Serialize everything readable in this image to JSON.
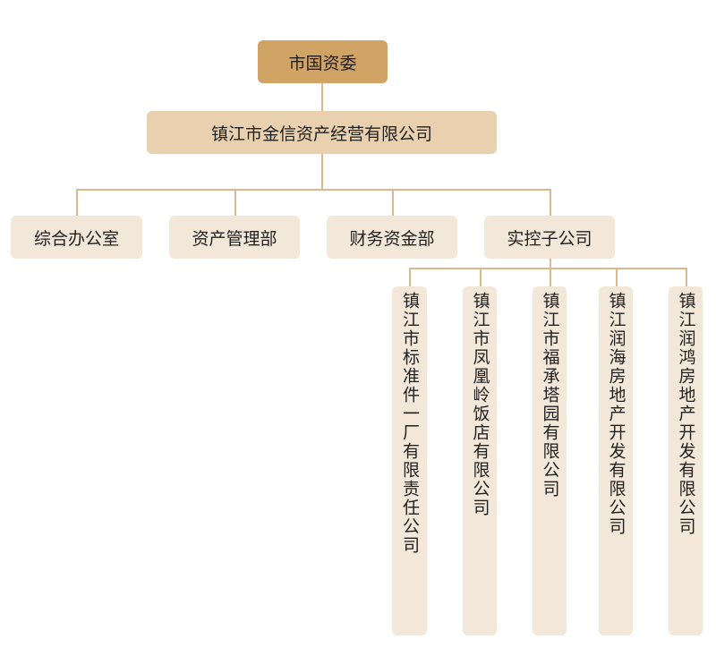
{
  "colors": {
    "root_fill": "#d1a466",
    "level1_fill": "#e9d1b0",
    "level2_fill": "#f3e7d9",
    "connector": "#dcb98c"
  },
  "root": {
    "label": "市国资委"
  },
  "company": {
    "label": "镇江市金信资产经营有限公司"
  },
  "departments": [
    {
      "label": "综合办公室"
    },
    {
      "label": "资产管理部"
    },
    {
      "label": "财务资金部"
    },
    {
      "label": "实控子公司"
    }
  ],
  "subsidiaries": [
    {
      "label": "镇江市标准件一厂有限责任公司"
    },
    {
      "label": "镇江市凤凰岭饭店有限公司"
    },
    {
      "label": "镇江市福承塔园有限公司"
    },
    {
      "label": "镇江润海房地产开发有限公司"
    },
    {
      "label": "镇江润鸿房地产开发有限公司"
    }
  ]
}
